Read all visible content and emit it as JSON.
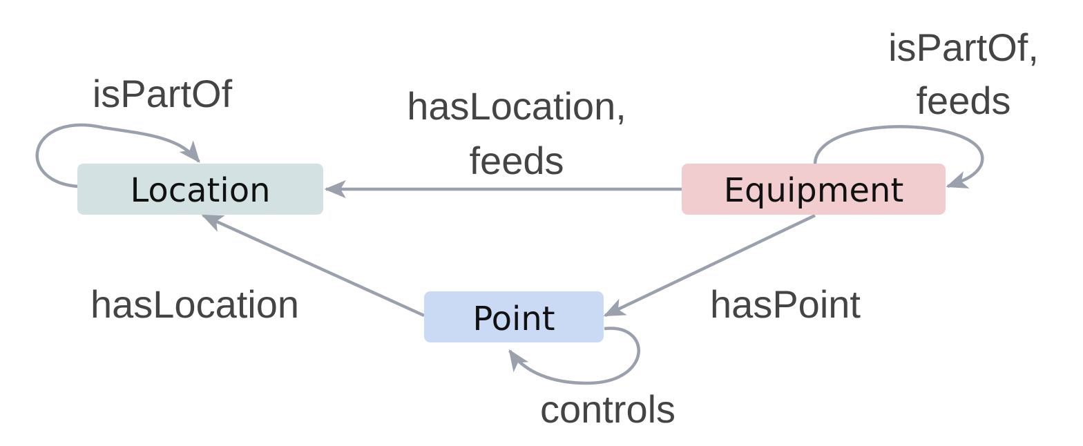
{
  "colors": {
    "edge": "#9aa1ad",
    "label_text": "#444444",
    "node_text": "#111111",
    "location_fill": "#d3e1e3",
    "equipment_fill": "#f1cdcf",
    "point_fill": "#cbdaf4"
  },
  "nodes": {
    "location": {
      "label": "Location"
    },
    "equipment": {
      "label": "Equipment"
    },
    "point": {
      "label": "Point"
    }
  },
  "edges": {
    "location_self": {
      "line1": "isPartOf"
    },
    "equipment_to_location": {
      "line1": "hasLocation,",
      "line2": "feeds"
    },
    "equipment_self": {
      "line1": "isPartOf,",
      "line2": "feeds"
    },
    "point_to_location": {
      "line1": "hasLocation"
    },
    "equipment_to_point": {
      "line1": "hasPoint"
    },
    "point_self": {
      "line1": "controls"
    }
  }
}
